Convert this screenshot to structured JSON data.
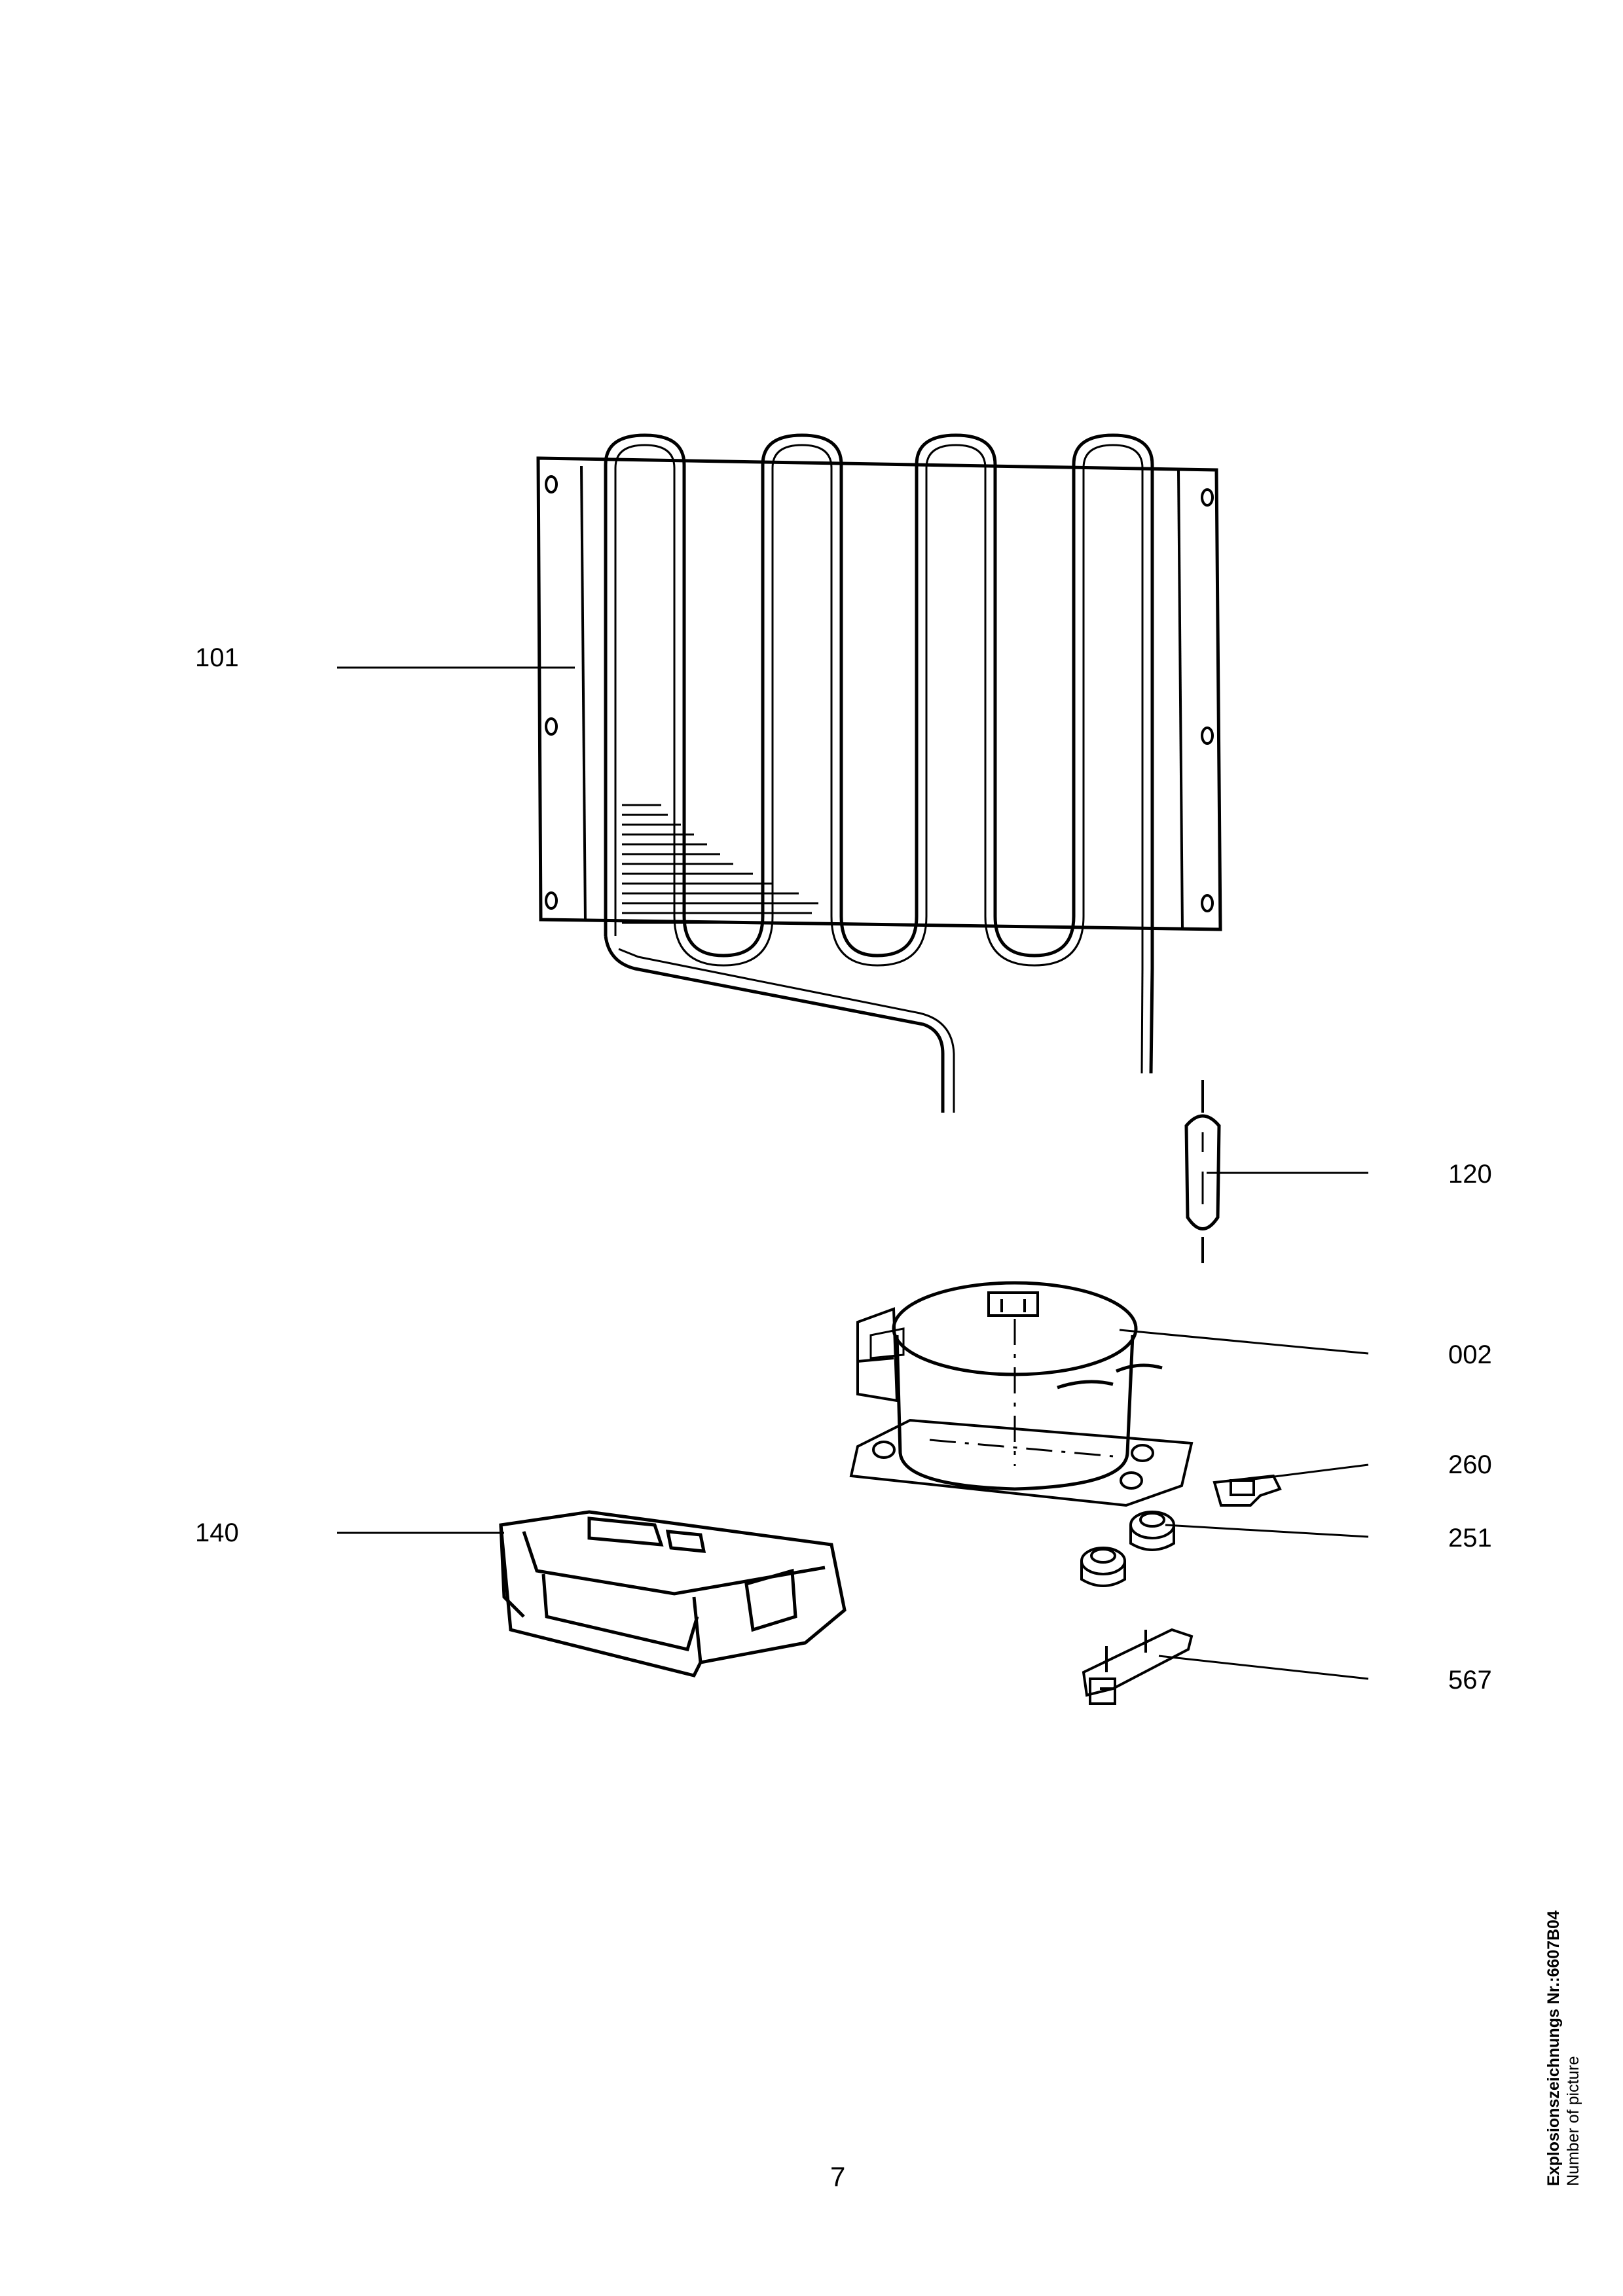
{
  "callouts": {
    "c101": "101",
    "c120": "120",
    "c002": "002",
    "c260": "260",
    "c140": "140",
    "c251": "251",
    "c567": "567"
  },
  "page_number": "7",
  "footer_note": {
    "line1": "Explosionszeichnungs Nr.:6607B04",
    "line2": "Number of picture"
  }
}
